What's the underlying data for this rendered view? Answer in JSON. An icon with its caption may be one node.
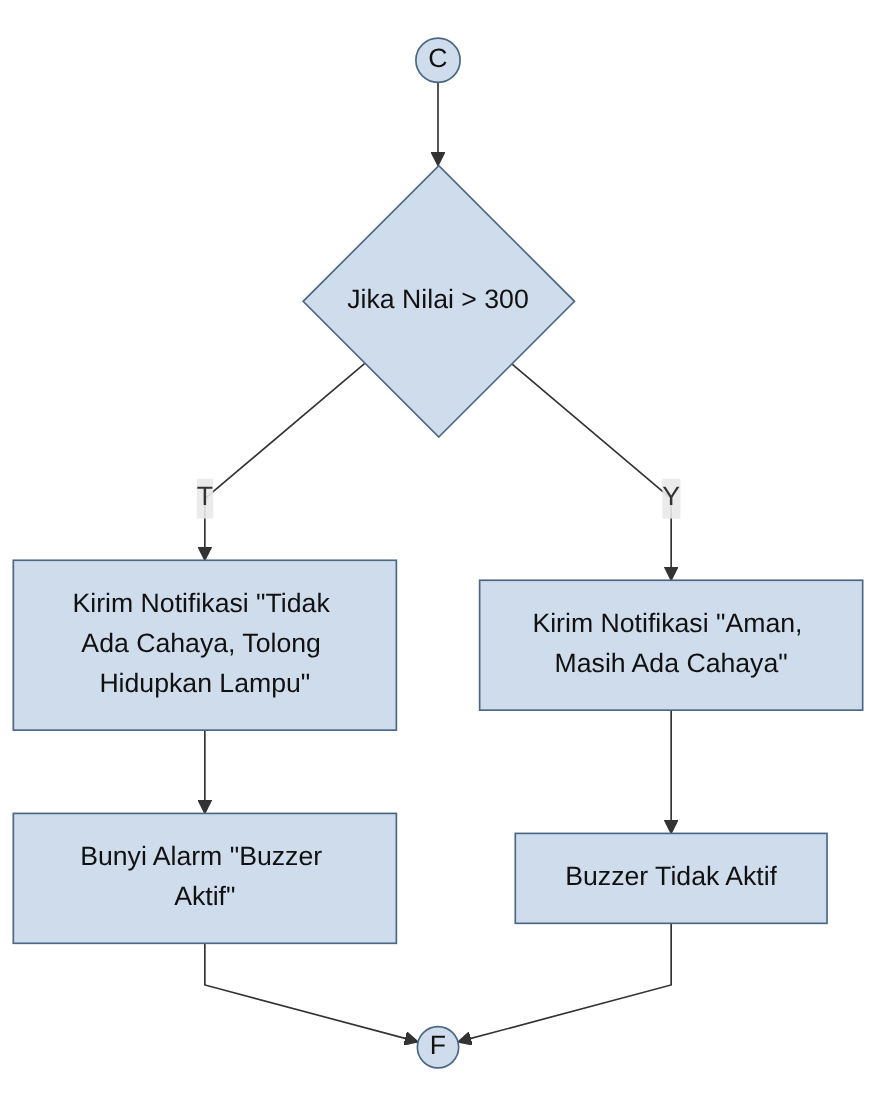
{
  "diagram": {
    "nodes": [
      {
        "text": [
          "C"
        ]
      },
      {
        "text": [
          "Jika Nilai > 300"
        ]
      },
      {
        "text": [
          "Kirim Notifikasi \"Aman, Masih Ada Cahaya\""
        ]
      },
      {
        "text": [
          "Buzzer Tidak Aktif"
        ]
      },
      {
        "text": [
          "Kirim Notifikasi \"Tidak Ada Cahaya, Tolong Hidupkan Lampu\""
        ]
      },
      {
        "text": [
          "Bunyi Alarm \"Buzzer Aktif\""
        ]
      },
      {
        "text": [
          "F"
        ]
      }
    ],
    "edges": [
      {
        "from": 0,
        "to": 1,
        "arrow": "to"
      },
      {
        "from": 1,
        "to": 2,
        "label": "Y",
        "arrow": "to"
      },
      {
        "from": 2,
        "to": 3,
        "arrow": "to"
      },
      {
        "from": 1,
        "to": 4,
        "label": "T",
        "arrow": "to"
      },
      {
        "from": 4,
        "to": 5,
        "arrow": "to"
      },
      {
        "from": 5,
        "to": 6,
        "arrow": "to"
      },
      {
        "from": 3,
        "to": 6,
        "arrow": "to"
      }
    ]
  }
}
